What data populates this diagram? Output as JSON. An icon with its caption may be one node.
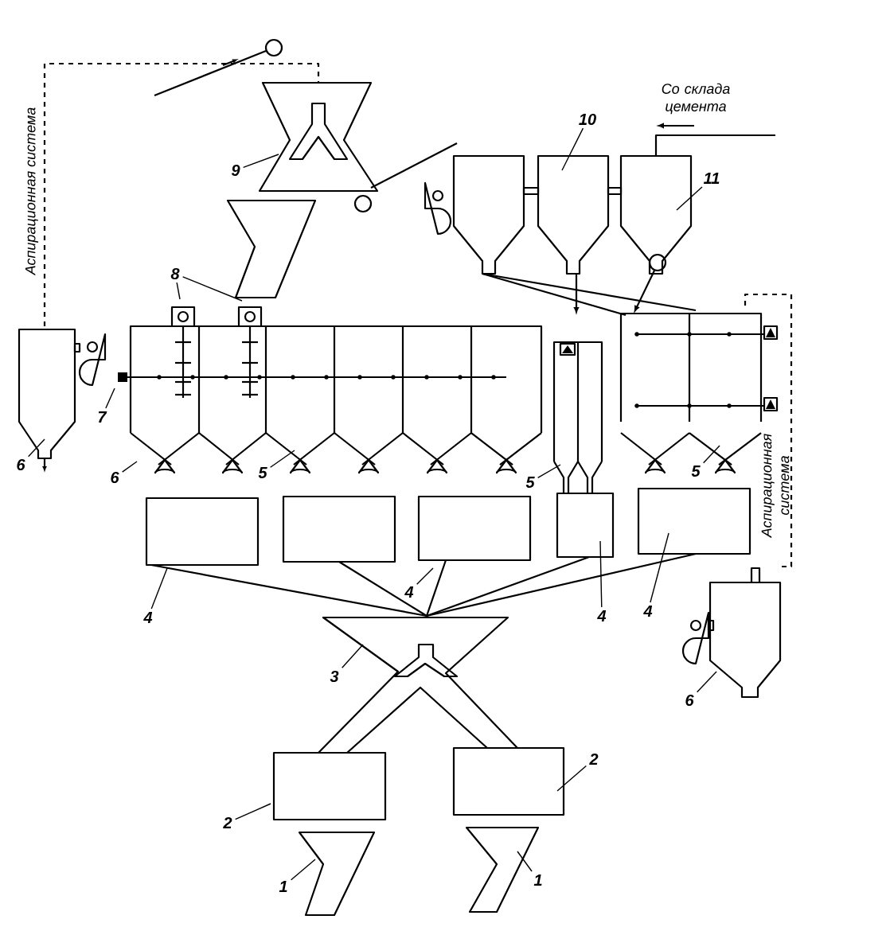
{
  "diagram": {
    "nodes": [
      {
        "text": [
          "9"
        ]
      },
      {
        "text": [
          "8"
        ]
      },
      {
        "text": [
          "10"
        ]
      },
      {
        "text": [
          "11"
        ]
      },
      {
        "text": [
          "7"
        ]
      },
      {
        "text": [
          "6"
        ]
      },
      {
        "text": [
          "6"
        ]
      },
      {
        "text": [
          "5"
        ]
      },
      {
        "text": [
          "5"
        ]
      },
      {
        "text": [
          "5"
        ]
      },
      {
        "text": [
          "4"
        ]
      },
      {
        "text": [
          "4"
        ]
      },
      {
        "text": [
          "4"
        ]
      },
      {
        "text": [
          "4"
        ]
      },
      {
        "text": [
          "6"
        ]
      },
      {
        "text": [
          "3"
        ]
      },
      {
        "text": [
          "2"
        ]
      },
      {
        "text": [
          "2"
        ]
      },
      {
        "text": [
          "1"
        ]
      },
      {
        "text": [
          "1"
        ]
      }
    ],
    "edges": [
      {
        "from": 0,
        "to": null,
        "arrow": "none"
      },
      {
        "from": 1,
        "to": null,
        "arrow": "none"
      },
      {
        "from": 1,
        "to": null,
        "arrow": "none"
      },
      {
        "from": 2,
        "to": null,
        "arrow": "none"
      },
      {
        "from": 3,
        "to": null,
        "arrow": "none"
      },
      {
        "from": 4,
        "to": null,
        "arrow": "none"
      },
      {
        "from": 5,
        "to": null,
        "arrow": "none"
      },
      {
        "from": 6,
        "to": null,
        "arrow": "none"
      },
      {
        "from": 7,
        "to": null,
        "arrow": "none"
      },
      {
        "from": 8,
        "to": null,
        "arrow": "none"
      },
      {
        "from": 9,
        "to": null,
        "arrow": "none"
      },
      {
        "from": 10,
        "to": null,
        "arrow": "none"
      },
      {
        "from": 11,
        "to": null,
        "arrow": "none"
      },
      {
        "from": 12,
        "to": null,
        "arrow": "none"
      },
      {
        "from": 13,
        "to": null,
        "arrow": "none"
      },
      {
        "from": 14,
        "to": null,
        "arrow": "none"
      },
      {
        "from": 15,
        "to": null,
        "arrow": "none"
      },
      {
        "from": 16,
        "to": null,
        "arrow": "none"
      },
      {
        "from": 17,
        "to": null,
        "arrow": "none"
      },
      {
        "from": 18,
        "to": null,
        "arrow": "none"
      },
      {
        "from": 19,
        "to": null,
        "arrow": "none"
      }
    ],
    "labels": [
      "Аспирационная система",
      "Со склада цемента",
      "Аспирационная система"
    ]
  }
}
